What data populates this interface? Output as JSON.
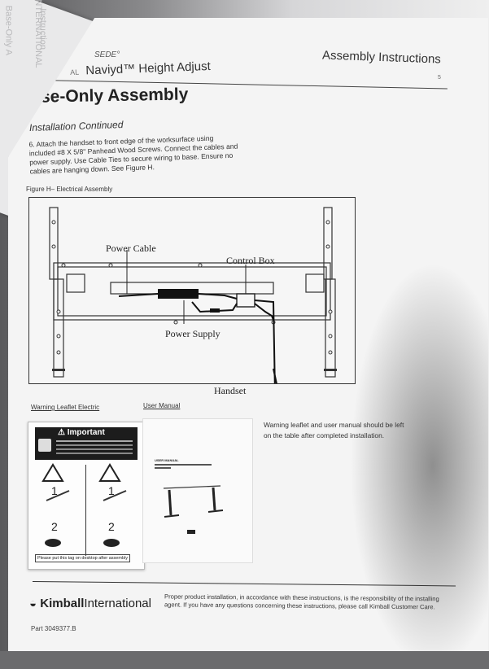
{
  "background_sheet": {
    "lines": [
      "Base-Only A",
      "INTERNATIONAL",
      "Instruction"
    ]
  },
  "header": {
    "brand": "SEDE",
    "product": "Naviyd™ Height Adjust",
    "product_prefix": "AL",
    "doc_title": "Assembly Instructions",
    "page_number": "5"
  },
  "section_title": "se-Only Assembly",
  "subsection_title": "Installation Continued",
  "step_text": "6. Attach the handset to front edge of the worksurface using included #8 X 5/8\" Panhead Wood Screws. Connect the cables and power supply. Use Cable Ties to secure wiring to base. Ensure no cables are hanging down. See Figure H.",
  "figure": {
    "caption": "Figure H– Electrical Assembly",
    "labels": {
      "power_cable": "Power Cable",
      "control_box": "Control Box",
      "power_supply": "Power Supply",
      "handset": "Handset"
    }
  },
  "warning_leaflet": {
    "heading": "Warning Leaflet Electric",
    "important": "Important",
    "step1": "1",
    "step2": "2",
    "footer": "Please put this tag on desktop after assembly"
  },
  "user_manual": {
    "heading": "User Manual",
    "doc_title": "USER MANUAL"
  },
  "note": "Warning leaflet and user manual should be left on the table after completed installation.",
  "footer": {
    "logo_bold": "Kimball",
    "logo_light": "International",
    "text": "Proper product installation, in accordance with these instructions, is the responsibility of the installing agent. If you have any questions concerning these instructions, please call Kimball Customer Care.",
    "part": "Part 3049377.B"
  },
  "colors": {
    "page": "#f4f4f4",
    "ink": "#222222",
    "background": "#6b6b6d"
  }
}
